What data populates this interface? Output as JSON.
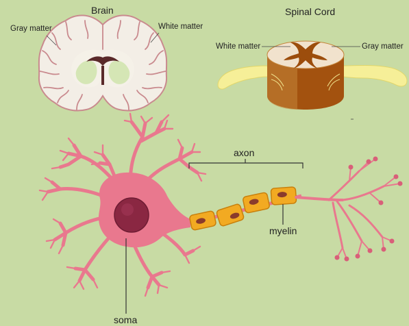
{
  "brain": {
    "title": "Brain",
    "gray_label": "Gray matter",
    "white_label": "White matter"
  },
  "spinal": {
    "title": "Spinal Cord",
    "white_label": "White matter",
    "gray_label": "Gray matter"
  },
  "neuron": {
    "axon_label": "axon",
    "myelin_label": "myelin",
    "soma_label": "soma"
  },
  "colors": {
    "background": "#c8dba4",
    "neuron_body": "#e9788e",
    "nucleus": "#8a2742",
    "myelin": "#f2aa22",
    "brain_gray": "#f3eee6",
    "brain_white": "#d5e6b5",
    "cord_gray": "#9c4d0c",
    "cord_white": "#f1e2cd",
    "nerve_root": "#f6ef98"
  }
}
